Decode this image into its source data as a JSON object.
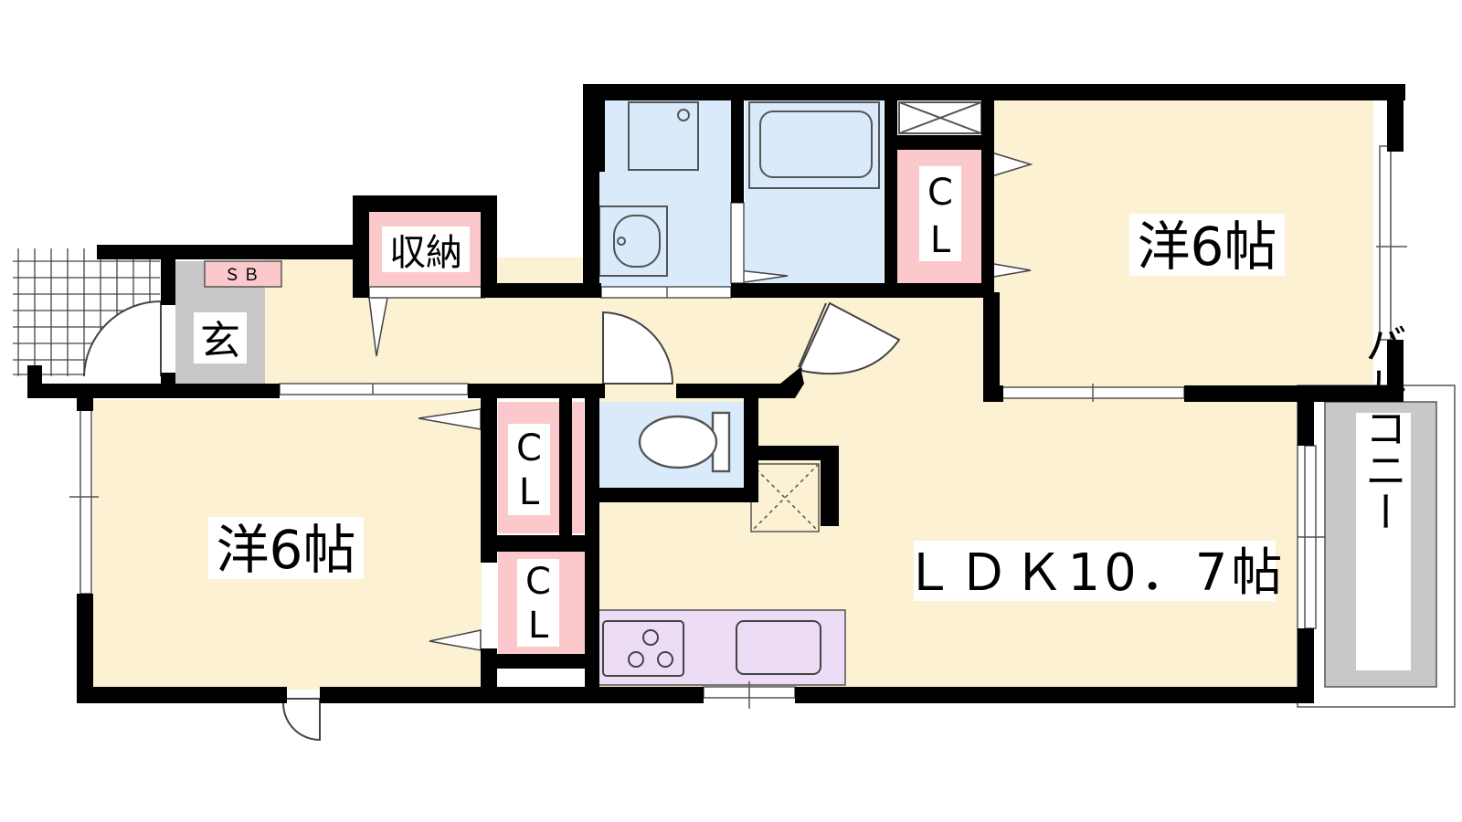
{
  "colors": {
    "wall": "#000000",
    "floor": "#fdf1d3",
    "wet": "#d9ebfb",
    "closet": "#fbc9cb",
    "kitchen": "#ecdcf5",
    "genkan": "#c8c8c8",
    "balcony": "#c8c8c8",
    "label_bg": "#ffffff"
  },
  "rooms": {
    "bedroom_right": "洋6帖",
    "bedroom_left": "洋6帖",
    "ldk": "ＬＤＫ10．7帖",
    "storage": "収納",
    "genkan": "玄",
    "shoe_box": "ＳＢ",
    "balcony": "バルコニー",
    "closet_top_c": "C",
    "closet_top_l": "L",
    "closet_mid_c": "C",
    "closet_mid_l": "L",
    "closet_low_c": "C",
    "closet_low_l": "L"
  },
  "icons": {
    "stove": "gas-stove-icon",
    "sink": "sink-icon",
    "toilet": "toilet-icon",
    "bathtub": "bathtub-icon",
    "washbasin": "washbasin-icon"
  }
}
